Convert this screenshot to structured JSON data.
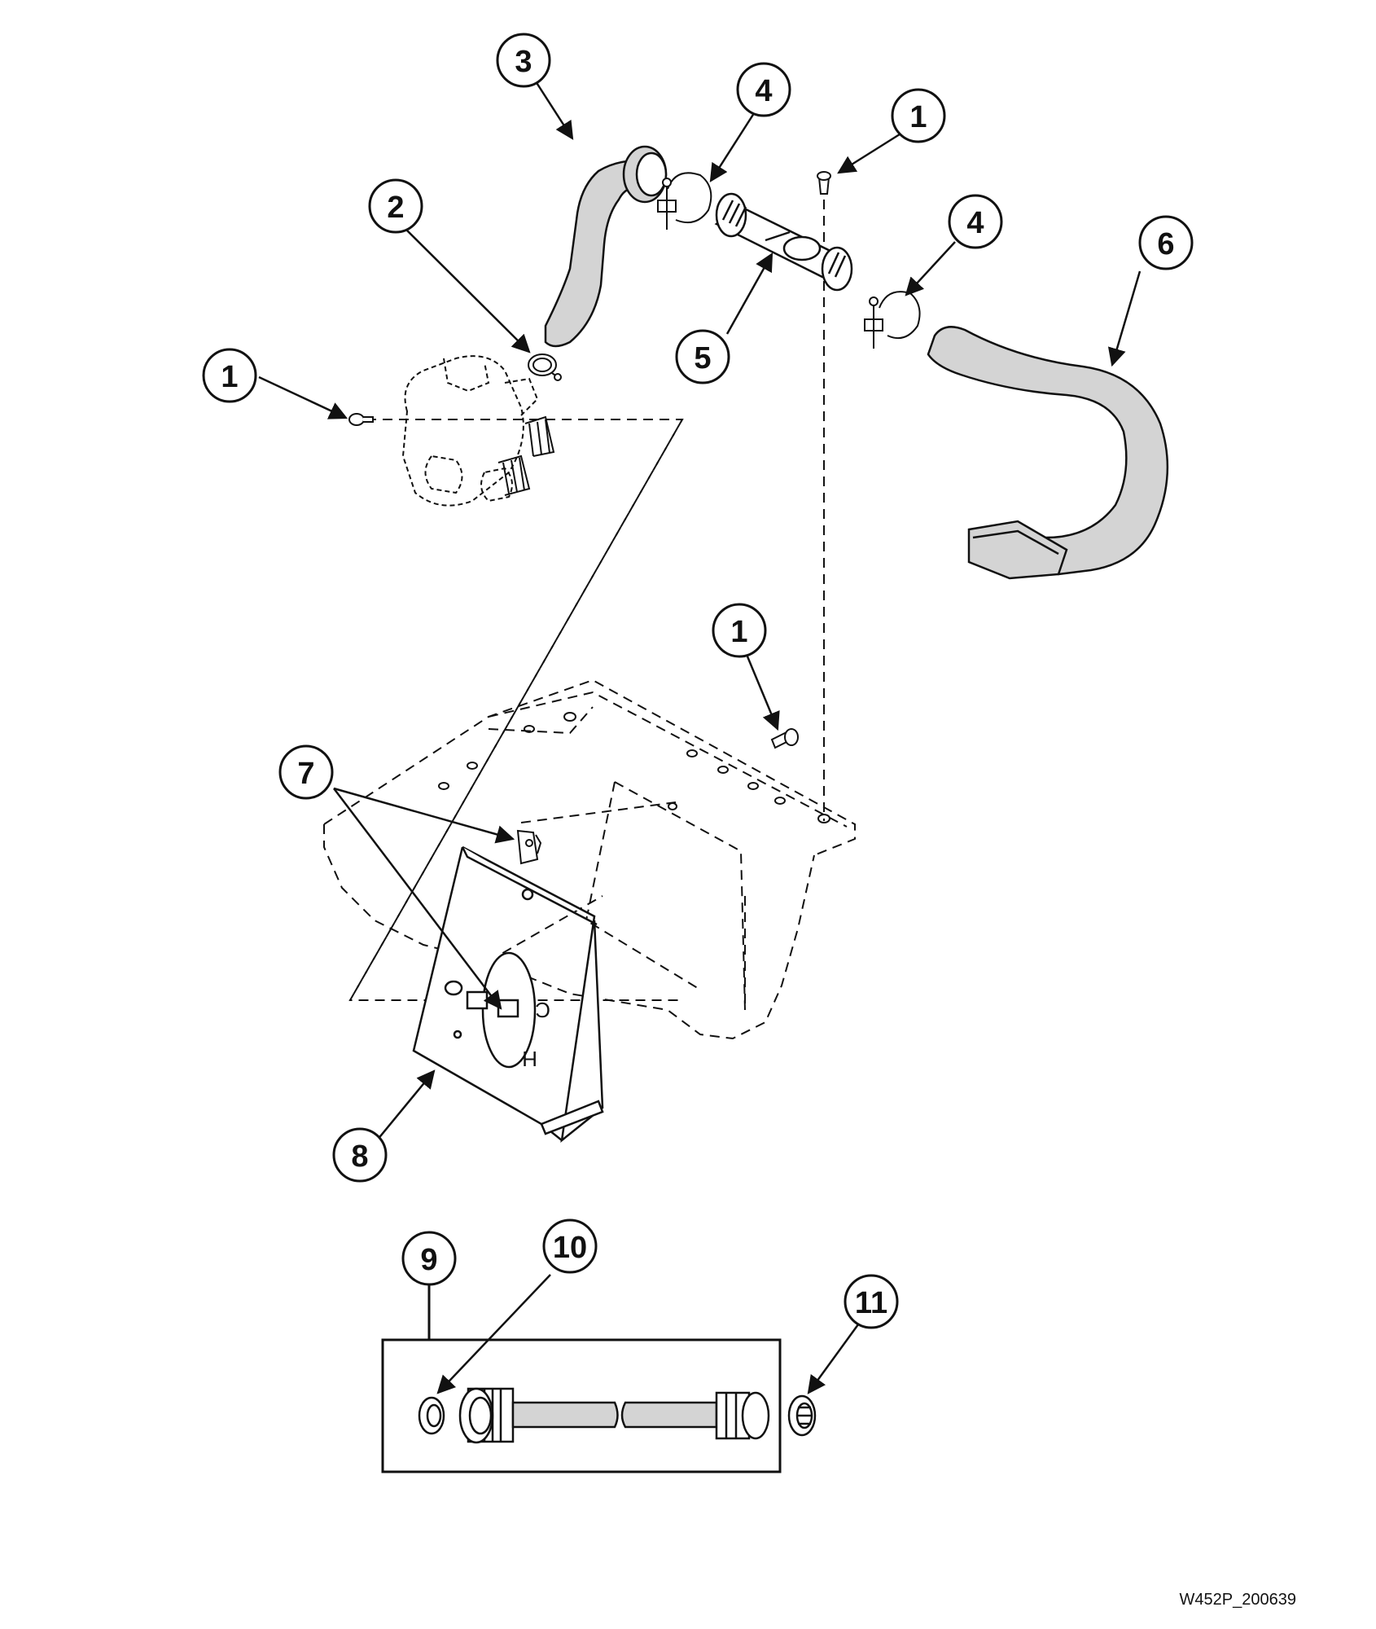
{
  "figure": {
    "id_label": "W452P_200639"
  },
  "callouts": [
    {
      "key": "c1_top",
      "label": "1"
    },
    {
      "key": "c1_left",
      "label": "1"
    },
    {
      "key": "c1_mid",
      "label": "1"
    },
    {
      "key": "c2",
      "label": "2"
    },
    {
      "key": "c3",
      "label": "3"
    },
    {
      "key": "c4_left",
      "label": "4"
    },
    {
      "key": "c4_right",
      "label": "4"
    },
    {
      "key": "c5",
      "label": "5"
    },
    {
      "key": "c6",
      "label": "6"
    },
    {
      "key": "c7",
      "label": "7"
    },
    {
      "key": "c8",
      "label": "8"
    },
    {
      "key": "c9",
      "label": "9"
    },
    {
      "key": "c10",
      "label": "10"
    },
    {
      "key": "c11",
      "label": "11"
    }
  ],
  "colors": {
    "ink": "#111111",
    "hose_fill": "#d4d4d4",
    "background": "#ffffff"
  }
}
